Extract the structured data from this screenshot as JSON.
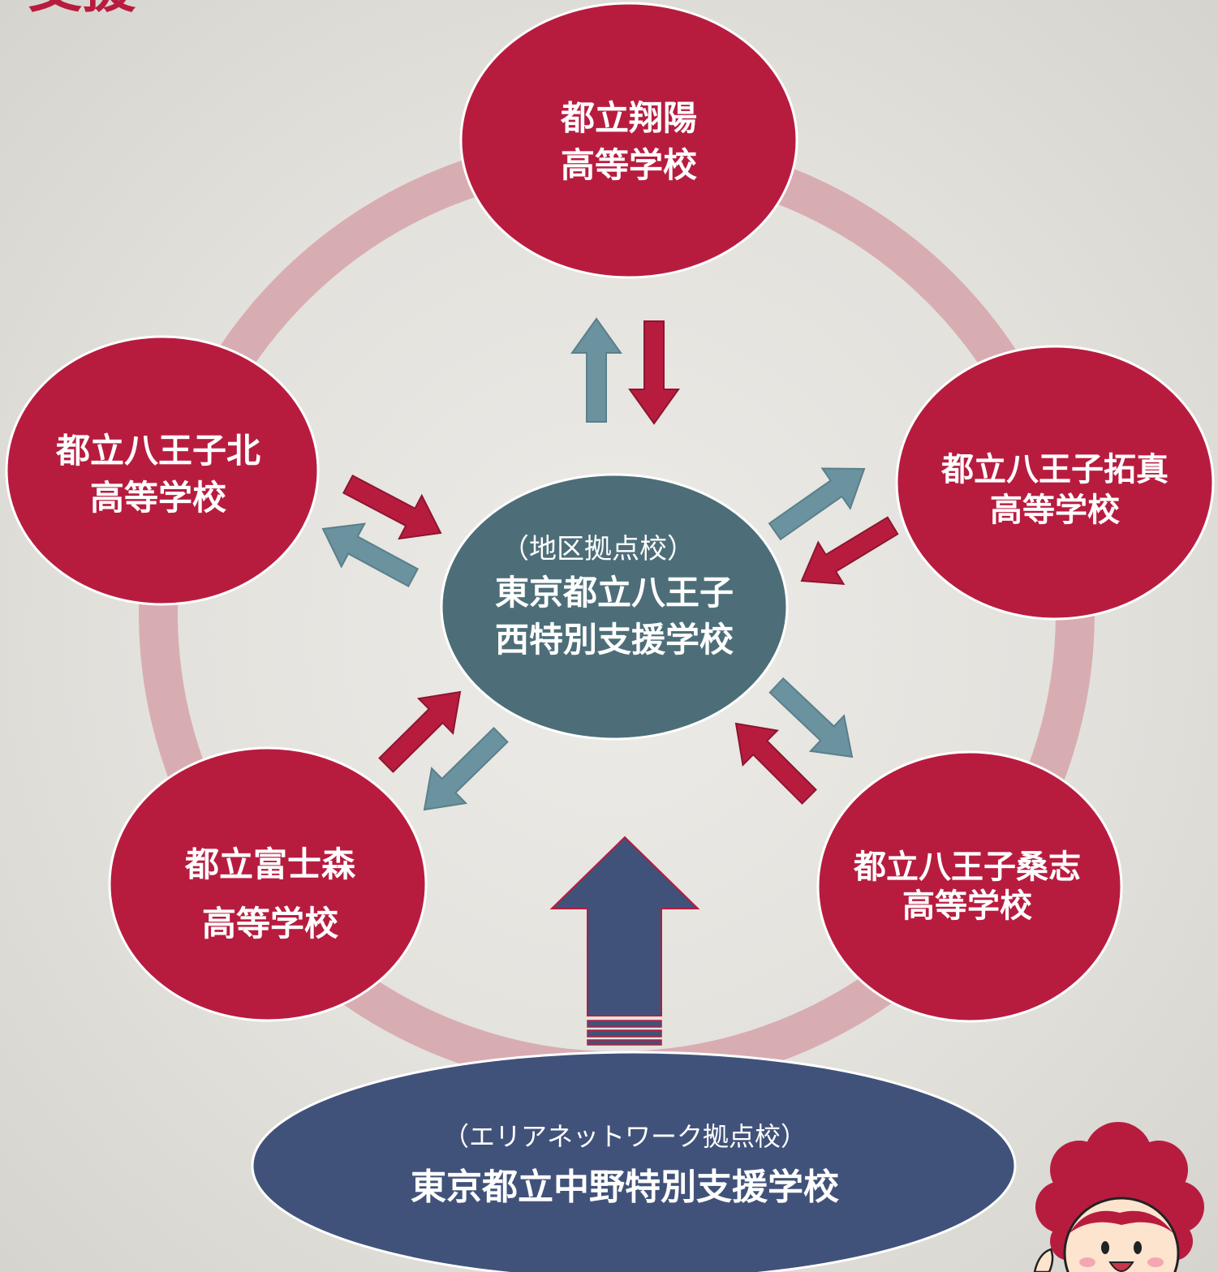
{
  "header": {
    "title_fragment": "支援"
  },
  "hub": {
    "role": "（地区拠点校）",
    "name_line1": "東京都立八王子",
    "name_line2": "西特別支援学校"
  },
  "schools": [
    {
      "line1": "都立翔陽",
      "line2": "高等学校"
    },
    {
      "line1": "都立八王子拓真",
      "line2": "高等学校"
    },
    {
      "line1": "都立八王子桑志",
      "line2": "高等学校"
    },
    {
      "line1": "都立富士森",
      "line2": "高等学校"
    },
    {
      "line1": "都立八王子北",
      "line2": "高等学校"
    }
  ],
  "area_hub": {
    "role": "（エリアネットワーク拠点校）",
    "name": "東京都立中野特別支援学校"
  },
  "colors": {
    "school_fill": "#b71c3f",
    "hub_fill": "#4d6e78",
    "area_fill": "#41527a",
    "ring": "#d8adb2",
    "arrow_out": "#6a929f",
    "arrow_in": "#b71c3f",
    "title": "#b71c3f"
  },
  "decor": {
    "mascot": "waving-curly-hair-character-icon"
  }
}
